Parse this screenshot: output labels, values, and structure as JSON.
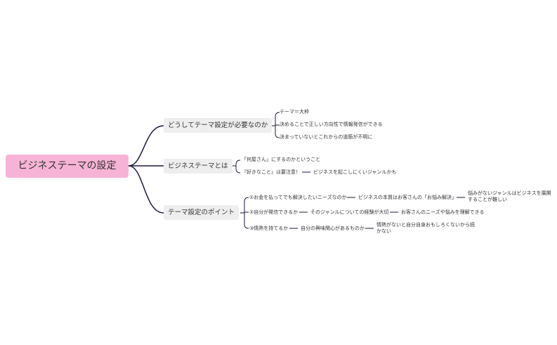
{
  "root": {
    "label": "ビジネステーマの設定"
  },
  "branches": [
    {
      "label": "どうしてテーマ設定が必要なのか",
      "children": [
        "テーマ＝大枠",
        "決めることで正しい方向性で情報発信ができる",
        "決まっていないとこれからの道筋が不明に"
      ]
    },
    {
      "label": "ビジネステーマとは",
      "children": [
        "「何屋さん」にするのかということ",
        "『好きなこと』は要注意！",
        "ビジネスを起こしにくいジャンルかも"
      ]
    },
    {
      "label": "テーマ設定のポイント",
      "points": [
        [
          "①お金を払ってでも解決したいニーズなのか",
          "ビジネスの本質はお客さんの「お悩み解決」",
          "悩みがないジャンルはビジネスを展開",
          "することが難しい"
        ],
        [
          "②自分が発信できるか",
          "そのジャンルについての経験が大切",
          "お客さんのニーズや悩みを理解できる"
        ],
        [
          "③情熱を持てるか",
          "自分の興味関心があるものか",
          "情熱がないと自分自身おもしろくないから続",
          "かない"
        ]
      ]
    }
  ],
  "colors": {
    "root": "#f7b3d5",
    "branch": "#eeeeee",
    "line": "#1a1a3a"
  }
}
